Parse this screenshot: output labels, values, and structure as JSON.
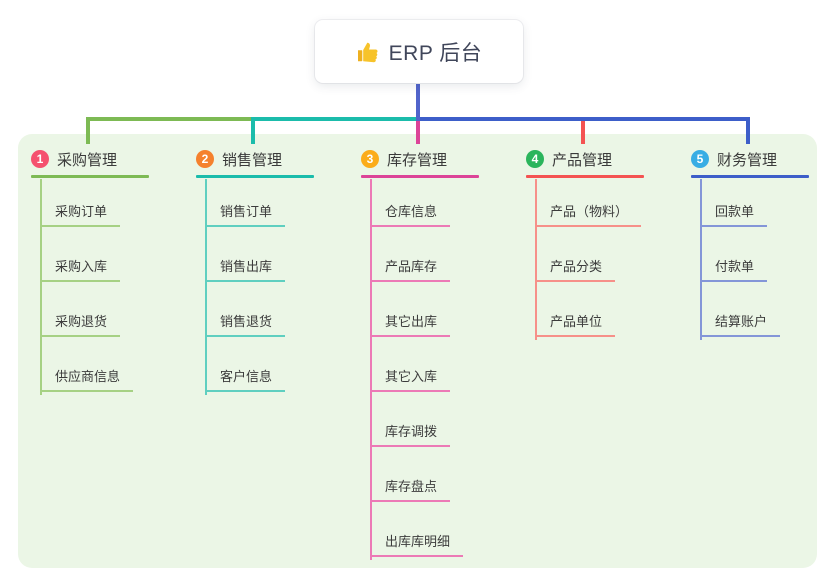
{
  "root": {
    "title": "ERP 后台",
    "icon": "thumbs-up-icon",
    "icon_color": "#f7c32a"
  },
  "colors": {
    "trunk_line": "#5164cb",
    "panel_background": "#ebf6e6",
    "text": "#3c3c3c",
    "card_background": "#ffffff"
  },
  "branches": [
    {
      "number": "1",
      "title": "采购管理",
      "badge_color": "#f5516f",
      "line_color": "#7dba54",
      "child_line_color": "#a6d184",
      "children": [
        "采购订单",
        "采购入库",
        "采购退货",
        "供应商信息"
      ]
    },
    {
      "number": "2",
      "title": "销售管理",
      "badge_color": "#f5812d",
      "line_color": "#1bbcab",
      "child_line_color": "#5fcfc0",
      "children": [
        "销售订单",
        "销售出库",
        "销售退货",
        "客户信息"
      ]
    },
    {
      "number": "3",
      "title": "库存管理",
      "badge_color": "#fbac19",
      "line_color": "#dc4498",
      "child_line_color": "#ec7ab6",
      "children": [
        "仓库信息",
        "产品库存",
        "其它出库",
        "其它入库",
        "库存调拨",
        "库存盘点",
        "出库库明细"
      ]
    },
    {
      "number": "4",
      "title": "产品管理",
      "badge_color": "#2bb55c",
      "line_color": "#f45352",
      "child_line_color": "#f69089",
      "children": [
        "产品（物料）",
        "产品分类",
        "产品单位"
      ]
    },
    {
      "number": "5",
      "title": "财务管理",
      "badge_color": "#38ade4",
      "line_color": "#3d5ec9",
      "child_line_color": "#8496d8",
      "children": [
        "回款单",
        "付款单",
        "结算账户"
      ]
    }
  ]
}
